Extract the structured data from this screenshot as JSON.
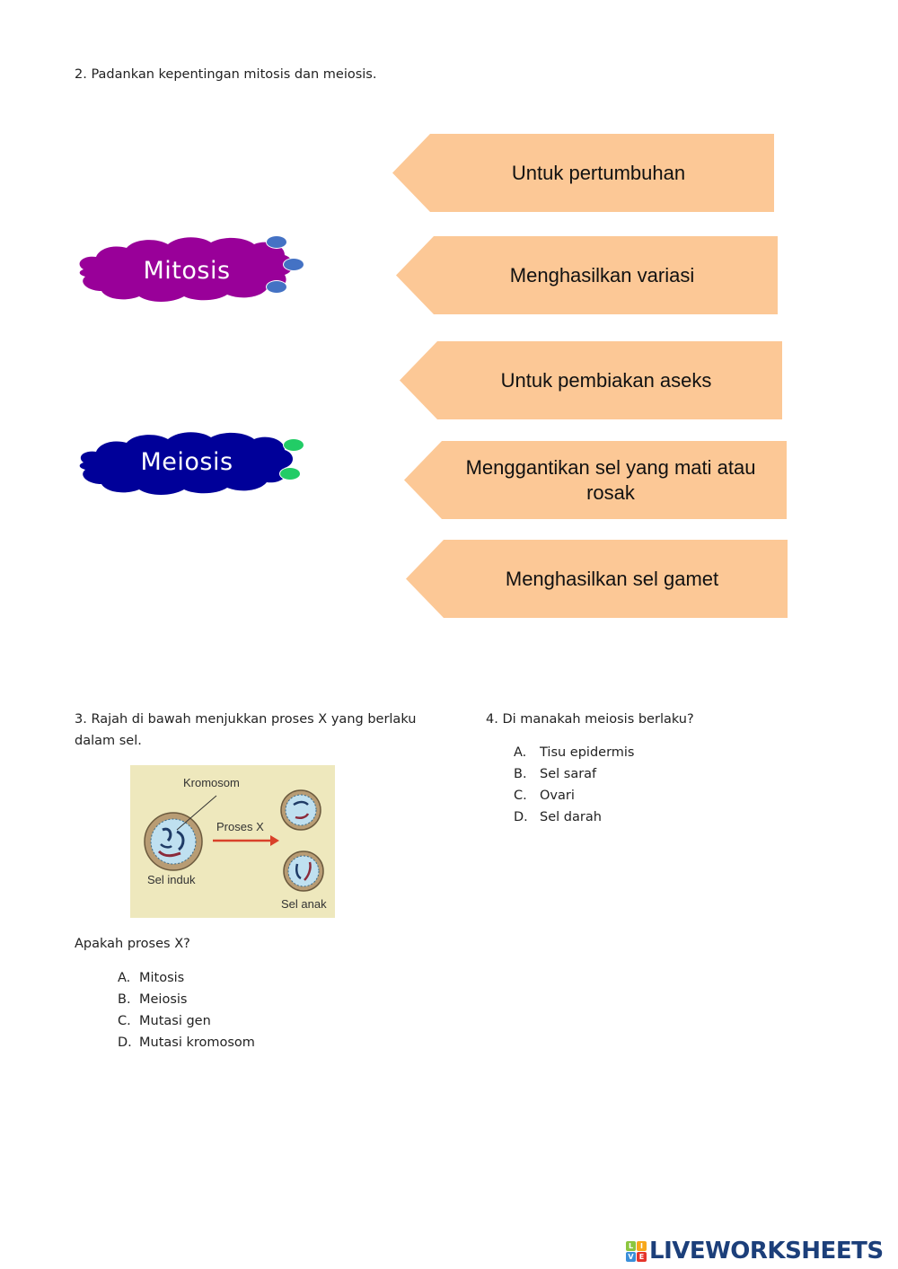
{
  "question2": {
    "title": "2. Padankan kepentingan mitosis dan meiosis.",
    "left_items": [
      {
        "label": "Mitosis",
        "color": "#990099",
        "dot_color": "#4472c4",
        "dots": 3
      },
      {
        "label": "Meiosis",
        "color": "#000099",
        "dot_color": "#22cc66",
        "dots": 2
      }
    ],
    "right_items": [
      {
        "label": "Untuk pertumbuhan"
      },
      {
        "label": "Menghasilkan variasi"
      },
      {
        "label": "Untuk pembiakan aseks"
      },
      {
        "label": "Menggantikan sel yang mati atau rosak"
      },
      {
        "label": "Menghasilkan sel gamet"
      }
    ],
    "card_color": "#fcc896"
  },
  "question3": {
    "title": "3. Rajah di bawah menjukkan proses X yang berlaku dalam sel.",
    "diagram": {
      "label_chromosome": "Kromosom",
      "label_process": "Proses X",
      "label_parent": "Sel induk",
      "label_daughter": "Sel anak"
    },
    "prompt": "Apakah proses X?",
    "options": [
      {
        "letter": "A.",
        "text": "Mitosis"
      },
      {
        "letter": "B.",
        "text": "Meiosis"
      },
      {
        "letter": "C.",
        "text": "Mutasi gen"
      },
      {
        "letter": "D.",
        "text": "Mutasi kromosom"
      }
    ]
  },
  "question4": {
    "title": "4. Di manakah meiosis berlaku?",
    "options": [
      {
        "letter": "A.",
        "text": "Tisu epidermis"
      },
      {
        "letter": "B.",
        "text": "Sel saraf"
      },
      {
        "letter": "C.",
        "text": "Ovari"
      },
      {
        "letter": "D.",
        "text": "Sel darah"
      }
    ]
  },
  "footer": {
    "logo_letters": [
      "L",
      "I",
      "V",
      "E"
    ],
    "logo_text": "LIVEWORKSHEETS"
  }
}
